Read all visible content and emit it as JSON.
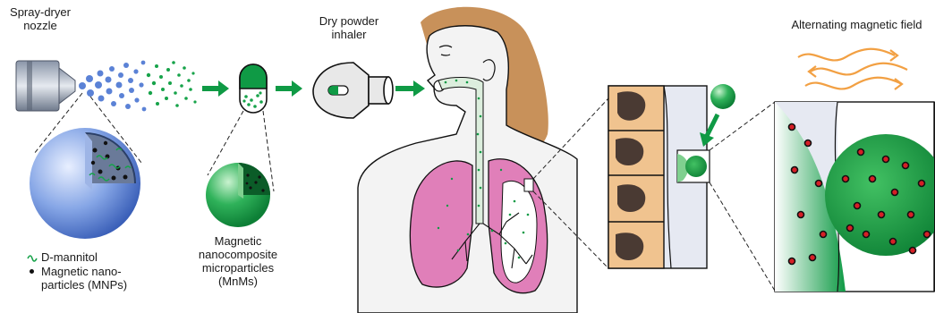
{
  "labels": {
    "nozzle": "Spray-dryer\nnozzle",
    "inhaler": "Dry powder\ninhaler",
    "field": "Alternating magnetic field",
    "mnms": "Magnetic\nnanocomposite\nmicroparticles\n(MnMs)"
  },
  "legend": {
    "mannitol": "D-mannitol",
    "mnps": "Magnetic nano-\nparticles (MNPs)"
  },
  "colors": {
    "green": "#0f9a45",
    "light_green": "#7fd08f",
    "pink": "#e07fb9",
    "skin": "#f1f1f1",
    "hair": "#c8915a",
    "cell": "#f0c38f",
    "nucleus": "#4a3a33",
    "blue": "#4a72c7",
    "orange": "#f2a043",
    "red": "#d61f26"
  }
}
